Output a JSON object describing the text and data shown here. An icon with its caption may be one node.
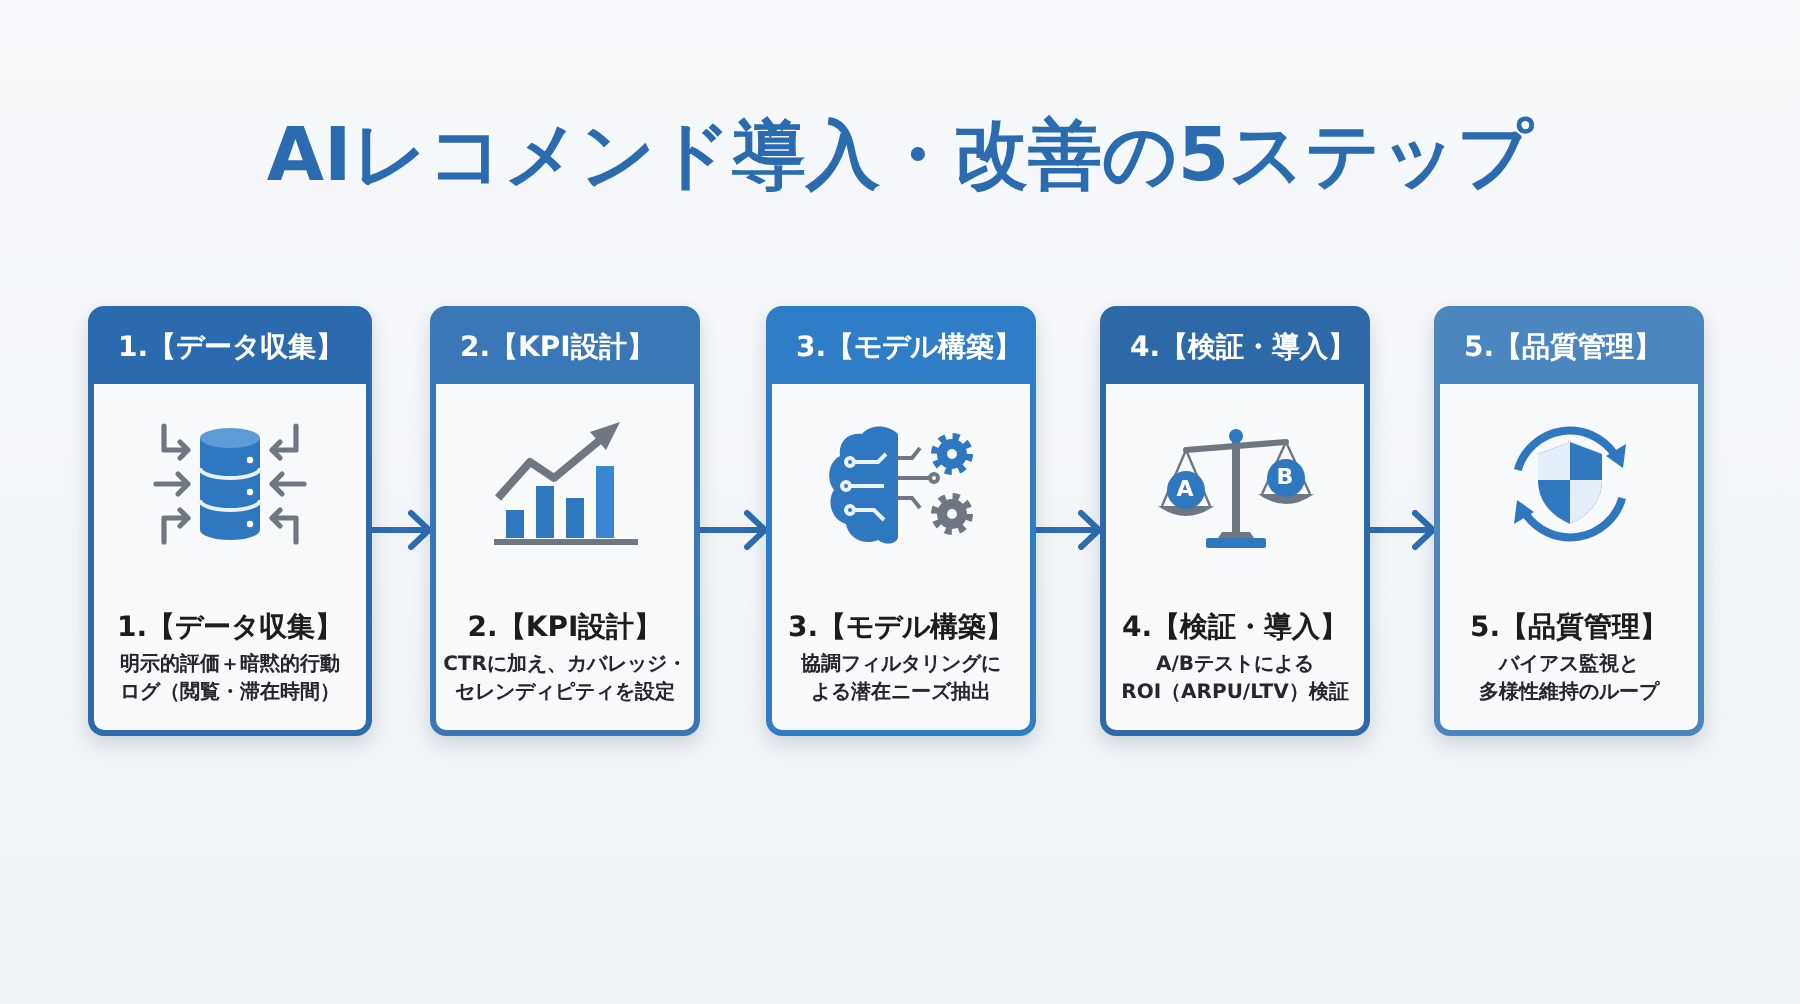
{
  "diagram": {
    "title": "AIレコメンド導入・改善の5ステップ",
    "nodes": [
      {
        "text": [
          "1.【データ収集】",
          "1.【データ収集】",
          "明示的評価＋暗黙的行動ログ（閲覧・滞在時間）"
        ]
      },
      {
        "text": [
          "2.【KPI設計】",
          "2.【KPI設計】",
          "CTRに加え、カバレッジ・セレンディピティを設定"
        ]
      },
      {
        "text": [
          "3.【モデル構築】",
          "3.【モデル構築】",
          "協調フィルタリングによる潜在ニーズ抽出"
        ]
      },
      {
        "text": [
          "4.【検証・導入】",
          "4.【検証・導入】",
          "A/BテストによるROI（ARPU/LTV）検証"
        ]
      },
      {
        "text": [
          "5.【品質管理】",
          "5.【品質管理】",
          "バイアス監視と多様性維持のループ"
        ]
      }
    ],
    "edges": [
      {
        "from": 0,
        "to": 1,
        "arrow": "to"
      },
      {
        "from": 1,
        "to": 2,
        "arrow": "to"
      },
      {
        "from": 2,
        "to": 3,
        "arrow": "to"
      },
      {
        "from": 3,
        "to": 4,
        "arrow": "to"
      }
    ],
    "labels": [
      "A",
      "B"
    ]
  }
}
